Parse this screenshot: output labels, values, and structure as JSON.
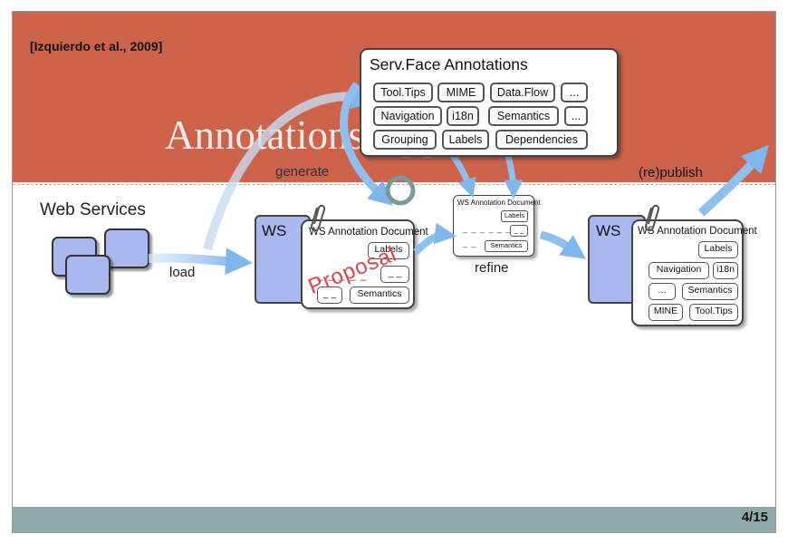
{
  "citation": "[Izquierdo et al., 2009]",
  "slide_title": "Annotations Approaches",
  "page_number": "4/15",
  "web_services_label": "Web Services",
  "flow_labels": {
    "load": "load",
    "generate": "generate",
    "refine": "refine",
    "republish": "(re)publish"
  },
  "servface_panel": {
    "title": "Serv.Face Annotations",
    "rows": [
      [
        "Tool.Tips",
        "MIME",
        "Data.Flow",
        "..."
      ],
      [
        "Navigation",
        "i18n",
        "Semantics",
        "..."
      ],
      [
        "Grouping",
        "Labels",
        "Dependencies"
      ]
    ]
  },
  "generated_doc": {
    "ws": "WS",
    "title": "WS Annotation Document",
    "tags": [
      "Labels",
      "_ _",
      "_ _",
      "Semantics"
    ],
    "placeholder": "_ _ _ _ _",
    "stamp": "Proposal"
  },
  "refined_doc": {
    "title": "WS Annotation Document",
    "tags": [
      "Labels",
      "_ _",
      "Semantics"
    ],
    "placeholder": "_ _ _ _ _ _",
    "small_placeholder": "_ _"
  },
  "published_doc": {
    "ws": "WS",
    "title": "WS Annotation Document",
    "tags": [
      "Labels",
      "Navigation",
      "i18n",
      "...",
      "Semantics",
      "MINE",
      "Tool.Tips"
    ]
  },
  "colors": {
    "header": "#cd634a",
    "footer": "#8eaaa9",
    "arrow": "#7fb6ec",
    "sheet": "#a9b8ee",
    "stamp": "#e04545"
  },
  "icons": [
    "web-service-box-icon",
    "paperclip-icon",
    "refine-cycle-icon"
  ]
}
